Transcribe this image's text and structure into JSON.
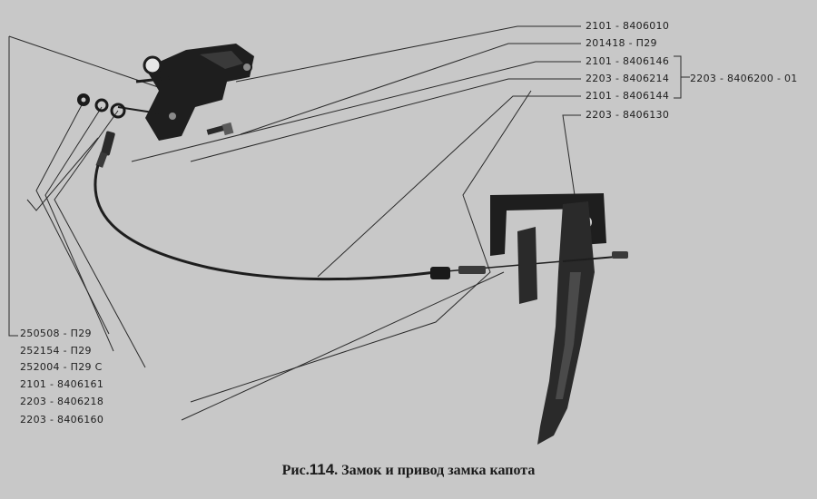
{
  "labels": {
    "lock": "2101 - 8406010",
    "bolt": "201418 - П29",
    "part_8406146": "2101 - 8406146",
    "part_8406214": "2203 - 8406214",
    "part_8406144": "2101 - 8406144",
    "assembly": "2203 - 8406200 - 01",
    "handle": "2203 - 8406130",
    "nut": "250508 - П29",
    "washer_252154": "252154 - П29",
    "washer_252004": "252004 - П29 С",
    "part_8406161": "2101 - 8406161",
    "part_8406218": "2203 - 8406218",
    "part_8406160": "2203 - 8406160"
  },
  "caption": {
    "prefix": "Рис.",
    "number": "114",
    "text": ". Замок и привод замка капота"
  }
}
